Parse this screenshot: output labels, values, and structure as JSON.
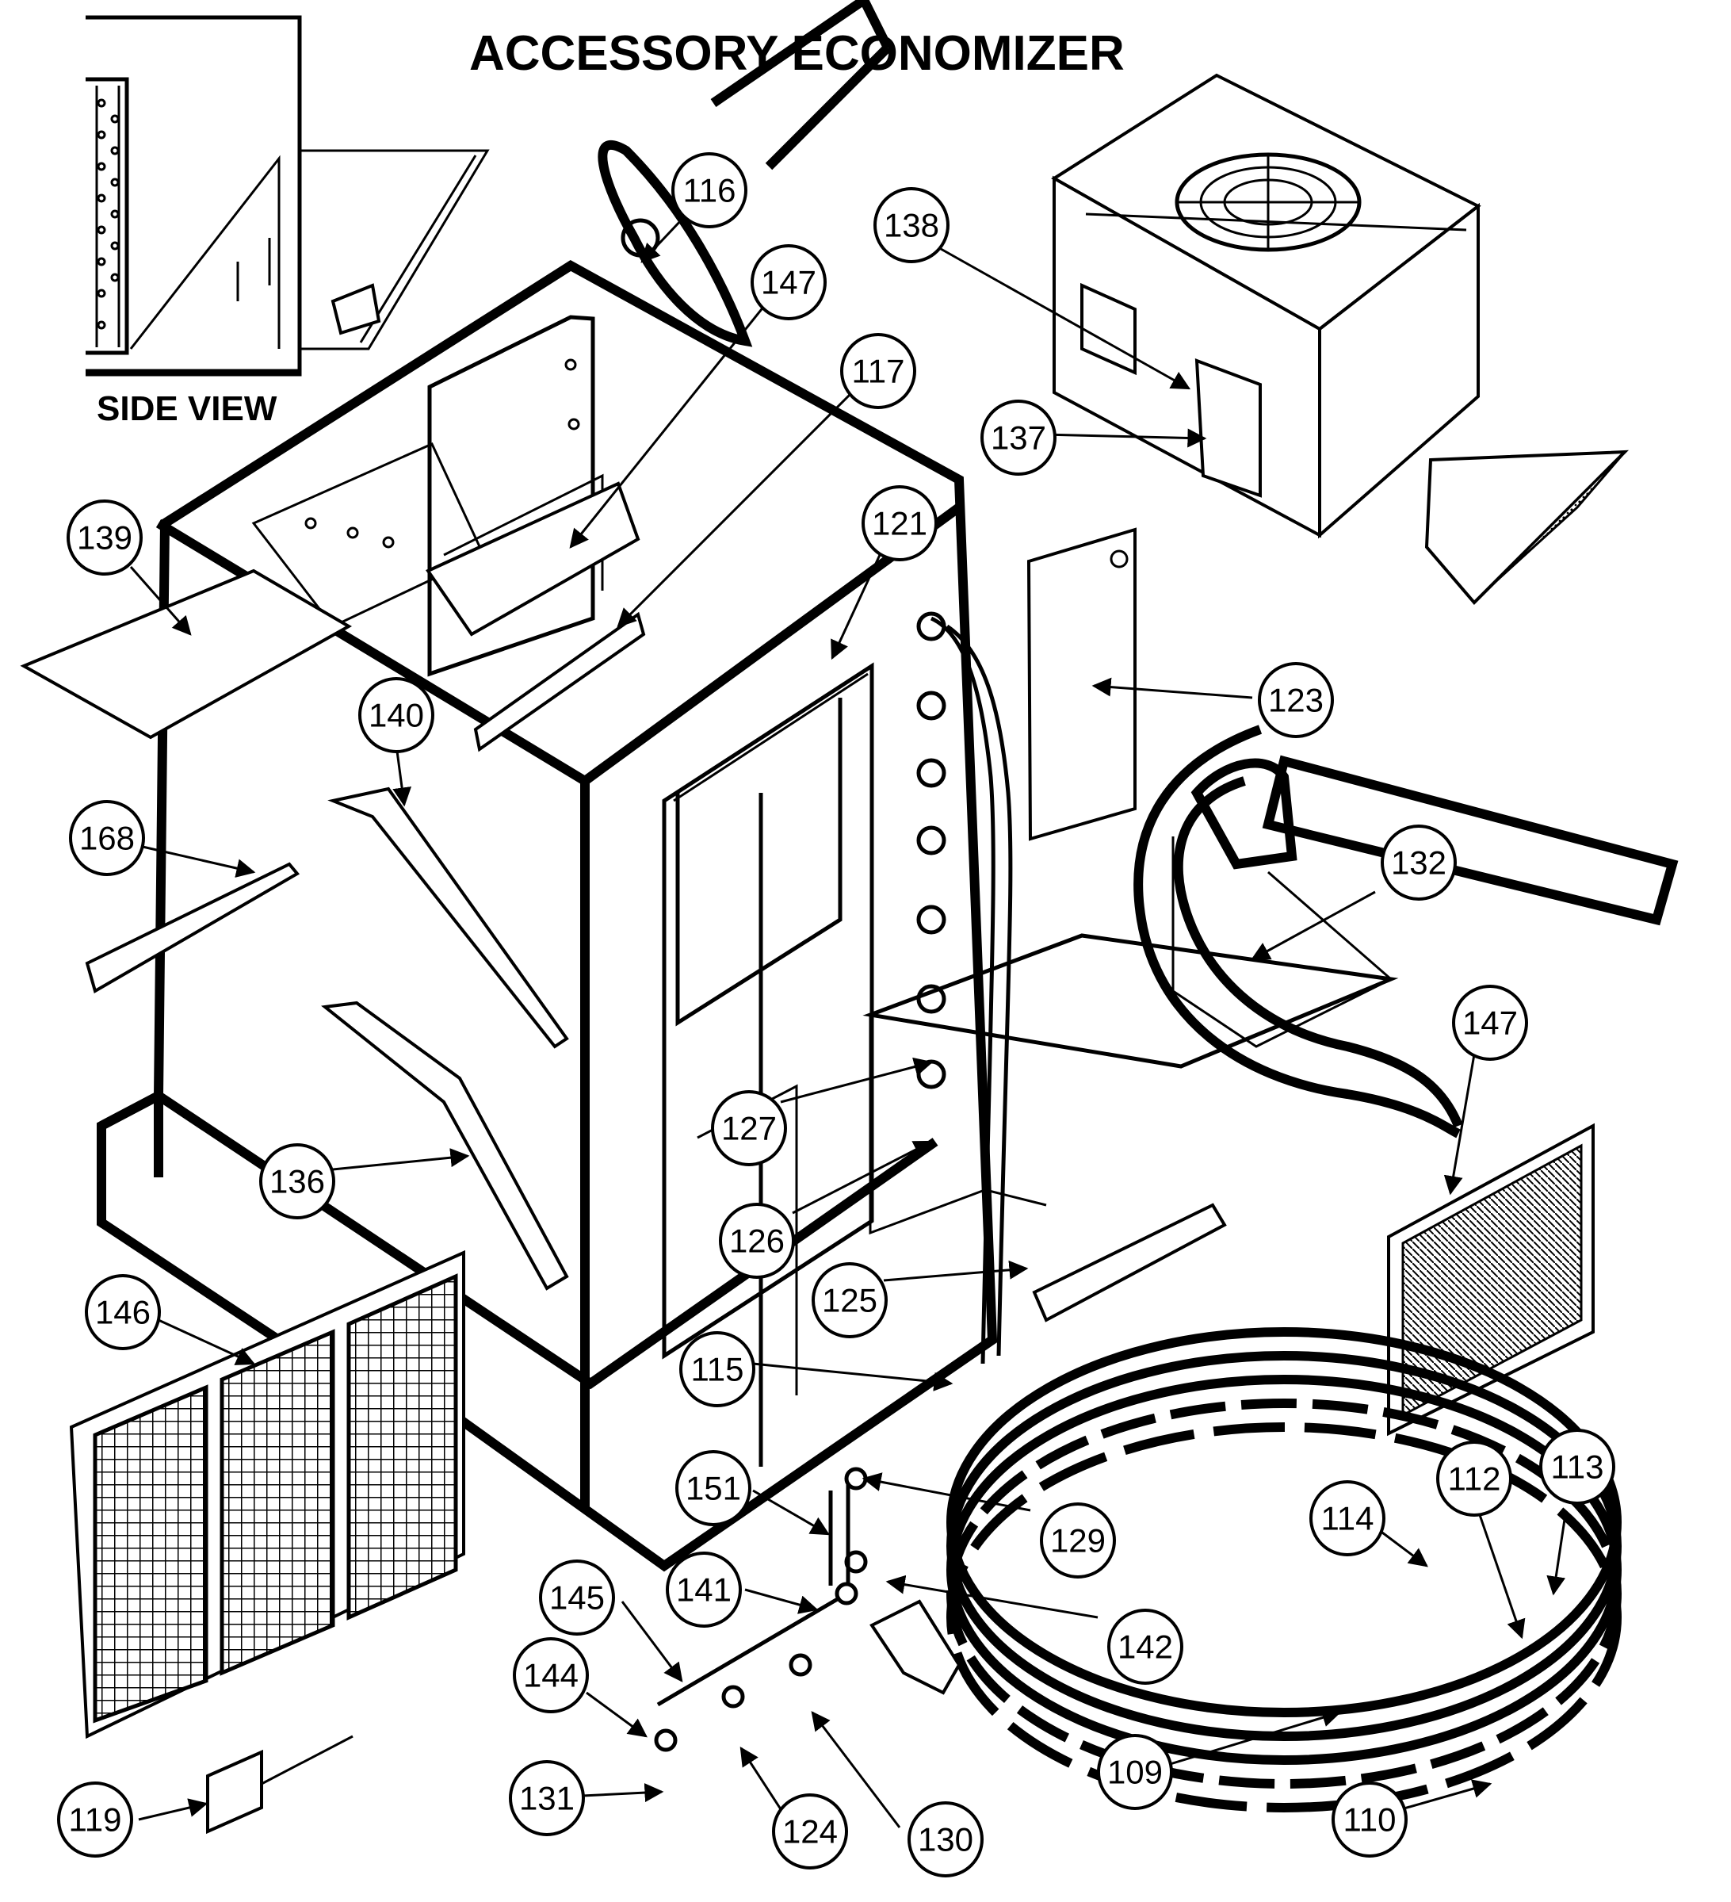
{
  "title": "ACCESSORY ECONOMIZER",
  "side_view_label": "SIDE VIEW",
  "callouts": [
    {
      "id": "c116",
      "label": "116"
    },
    {
      "id": "c147a",
      "label": "147"
    },
    {
      "id": "c117",
      "label": "117"
    },
    {
      "id": "c138",
      "label": "138"
    },
    {
      "id": "c137",
      "label": "137"
    },
    {
      "id": "c121",
      "label": "121"
    },
    {
      "id": "c139",
      "label": "139"
    },
    {
      "id": "c123",
      "label": "123"
    },
    {
      "id": "c140",
      "label": "140"
    },
    {
      "id": "c132",
      "label": "132"
    },
    {
      "id": "c168",
      "label": "168"
    },
    {
      "id": "c147b",
      "label": "147"
    },
    {
      "id": "c127",
      "label": "127"
    },
    {
      "id": "c136",
      "label": "136"
    },
    {
      "id": "c126",
      "label": "126"
    },
    {
      "id": "c125",
      "label": "125"
    },
    {
      "id": "c146",
      "label": "146"
    },
    {
      "id": "c115",
      "label": "115"
    },
    {
      "id": "c151",
      "label": "151"
    },
    {
      "id": "c114",
      "label": "114"
    },
    {
      "id": "c112",
      "label": "112"
    },
    {
      "id": "c113",
      "label": "113"
    },
    {
      "id": "c129",
      "label": "129"
    },
    {
      "id": "c145",
      "label": "145"
    },
    {
      "id": "c141",
      "label": "141"
    },
    {
      "id": "c142",
      "label": "142"
    },
    {
      "id": "c144",
      "label": "144"
    },
    {
      "id": "c109",
      "label": "109"
    },
    {
      "id": "c119",
      "label": "119"
    },
    {
      "id": "c131",
      "label": "131"
    },
    {
      "id": "c124",
      "label": "124"
    },
    {
      "id": "c130",
      "label": "130"
    },
    {
      "id": "c110",
      "label": "110"
    }
  ]
}
